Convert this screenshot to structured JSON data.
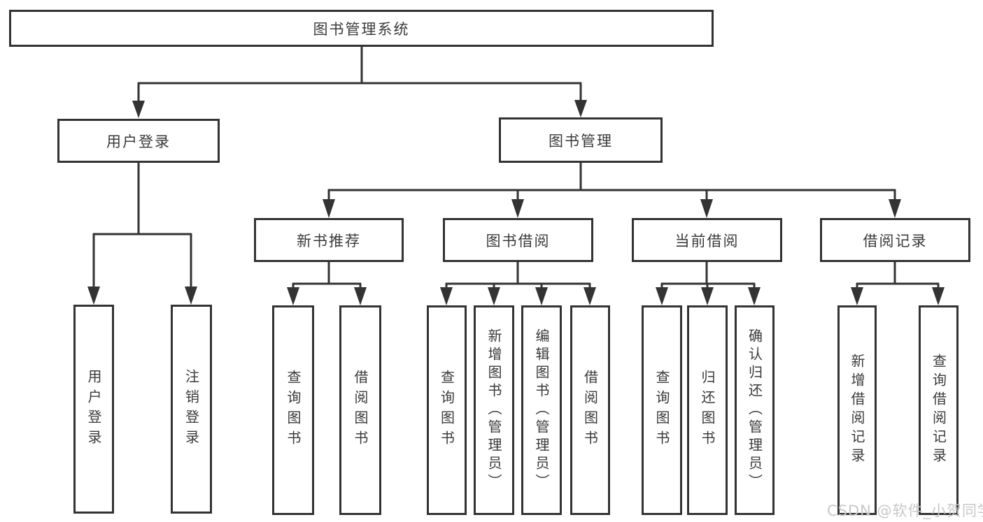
{
  "diagram": {
    "title": "图书管理系统",
    "branches": {
      "user_login": {
        "label": "用户登录",
        "children": [
          {
            "label": "用户登录"
          },
          {
            "label": "注销登录"
          }
        ]
      },
      "book_mgmt": {
        "label": "图书管理",
        "modules": [
          {
            "label": "新书推荐",
            "children": [
              {
                "label": "查询图书"
              },
              {
                "label": "借阅图书"
              }
            ]
          },
          {
            "label": "图书借阅",
            "children": [
              {
                "label": "查询图书"
              },
              {
                "label": "新增图书（管理员）"
              },
              {
                "label": "编辑图书（管理员）"
              },
              {
                "label": "借阅图书"
              }
            ]
          },
          {
            "label": "当前借阅",
            "children": [
              {
                "label": "查询图书"
              },
              {
                "label": "归还图书"
              },
              {
                "label": "确认归还（管理员）"
              }
            ]
          },
          {
            "label": "借阅记录",
            "children": [
              {
                "label": "新增借阅记录"
              },
              {
                "label": "查询借阅记录"
              }
            ]
          }
        ]
      }
    }
  },
  "watermark": {
    "text": "CSDN @软件_小贺同学"
  },
  "colors": {
    "line": "#333333",
    "box_border": "#333333",
    "box_fill": "#ffffff",
    "text": "#3a3a3a",
    "watermark": "#c8c8c8",
    "background": "#ffffff"
  }
}
